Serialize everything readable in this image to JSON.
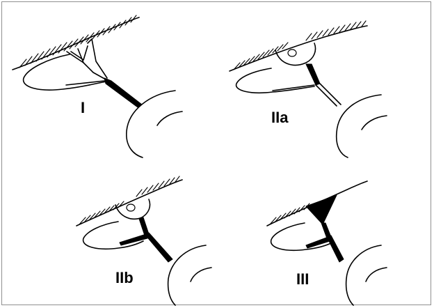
{
  "panels": [
    {
      "id": "type-1",
      "label": "I"
    },
    {
      "id": "type-2a",
      "label": "IIa"
    },
    {
      "id": "type-2b",
      "label": "IIb"
    },
    {
      "id": "type-3",
      "label": "III"
    }
  ],
  "colors": {
    "ink": "#000000",
    "paper": "#ffffff",
    "border": "#8f8f8f"
  }
}
